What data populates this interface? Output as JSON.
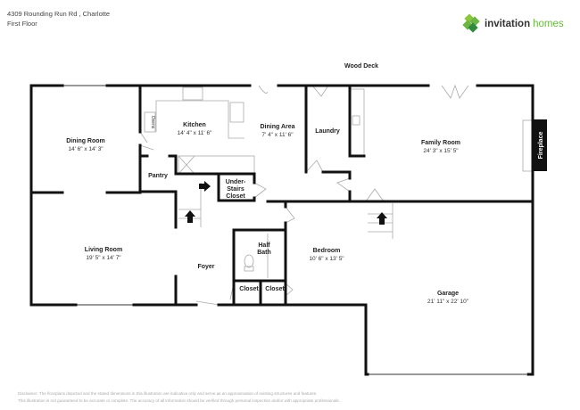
{
  "header": {
    "address": "4309 Rounding Run Rd , Charlotte",
    "floor": "First Floor"
  },
  "logo": {
    "word1": "invitation",
    "word2": "homes",
    "colors": [
      "#6bb544",
      "#2e8b3e"
    ]
  },
  "outside": {
    "deck": "Wood Deck"
  },
  "rooms": [
    {
      "name": "Dining Room",
      "dim": "14' 6\" x 14' 3\""
    },
    {
      "name": "Kitchen",
      "dim": "14' 4\" x 11' 6\""
    },
    {
      "name": "Dining Area",
      "dim": "7' 4\" x 11' 6\""
    },
    {
      "name": "Laundry",
      "dim": ""
    },
    {
      "name": "Family Room",
      "dim": "24' 3\" x 15' 5\""
    },
    {
      "name": "Living Room",
      "dim": "19' 5\" x 14' 7\""
    },
    {
      "name": "Bedroom",
      "dim": "10' 6\" x 13' 5\""
    },
    {
      "name": "Garage",
      "dim": "21' 11\" x 22' 10\""
    }
  ],
  "small": {
    "ovens": "Ovens",
    "pantry": "Pantry",
    "under1": "Under-",
    "under2": "Stairs",
    "under3": "Closet",
    "half1": "Half",
    "half2": "Bath",
    "foyer": "Foyer",
    "closet": "Closet",
    "fireplace": "Fireplace"
  },
  "disclaimer": {
    "line1": "Disclaimer: The floorplans depicted and the stated dimensions in this illustration are indicative only and serve as an approximation of existing structures and features.",
    "line2": "This illustration is not guaranteed to be accurate or complete. The accuracy of all information should be verified through personal inspection and/or with appropriate professionals."
  }
}
